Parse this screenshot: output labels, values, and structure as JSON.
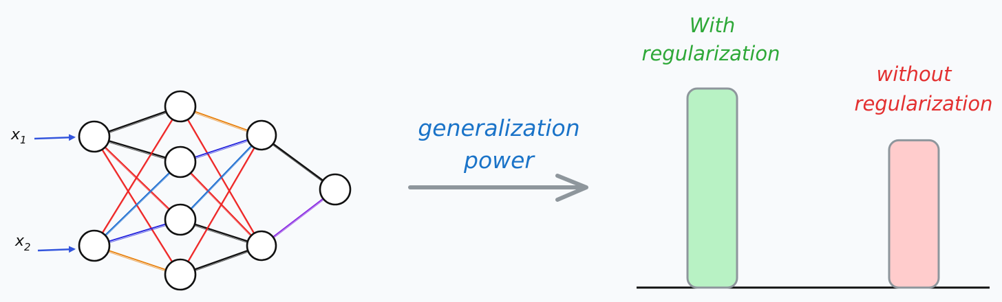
{
  "network": {
    "inputs": [
      {
        "label": "x",
        "subscript": "1"
      },
      {
        "label": "x",
        "subscript": "2"
      }
    ],
    "layers": [
      2,
      4,
      2,
      1
    ]
  },
  "arrow": {
    "label_line1": "generalization",
    "label_line2": "power"
  },
  "bars": {
    "with": {
      "label_line1": "With",
      "label_line2": "regularization",
      "level": 1.0
    },
    "without": {
      "label_line1": "without",
      "label_line2": "regularization",
      "level": 0.74
    }
  },
  "colors": {
    "black": "#111111",
    "red": "#ee2222",
    "blue": "#1f6fd1",
    "darkblue": "#2222dd",
    "orange": "#e8800c",
    "purple": "#8a2be2",
    "input_arrow": "#3355dd",
    "arrow_gray": "#8e969c",
    "label_blue": "#1a73c8",
    "label_green": "#2ea838",
    "label_red": "#e33030",
    "bar_green_fill": "#b8f2c4",
    "bar_red_fill": "#ffcccc",
    "bar_stroke": "#8e969c"
  }
}
